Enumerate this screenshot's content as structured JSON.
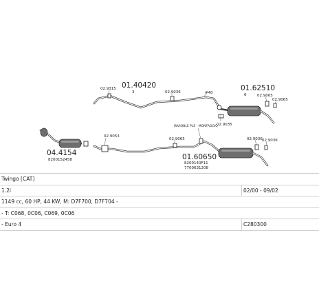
{
  "diagram": {
    "parts": {
      "p1": "01.40420",
      "p1_sub": "3",
      "p2": "01.62510",
      "p2_sub": "6",
      "p3": "04.4154",
      "p3_code": "8200152458",
      "p4": "01.60650",
      "p4_code1": "8200140F11",
      "p4_code2": "7700631208"
    },
    "labels": {
      "c1": "02.9315",
      "c2": "02.9036",
      "c3": "02.9065",
      "c4": "02.9036",
      "c5": "02.9053",
      "c6": "02.9065",
      "c7": "02.9065",
      "c8": "02.9036",
      "c9": "02.9035",
      "marker": "#40",
      "note": "INVISIBLE PLE - MONTAGGIO"
    }
  },
  "table": {
    "rows": [
      {
        "left": "Twingo [CAT]",
        "right": ""
      },
      {
        "left": "1.2i",
        "right": "02/00 - 09/02"
      },
      {
        "left": "1149 cc, 60 HP, 44 KW, M: D7F700, D7F704 -",
        "right": ""
      },
      {
        "left": "- T: C068, 0C06, C069, 0C06",
        "right": ""
      },
      {
        "left": "- Euro 4",
        "right": "C280300"
      }
    ]
  }
}
